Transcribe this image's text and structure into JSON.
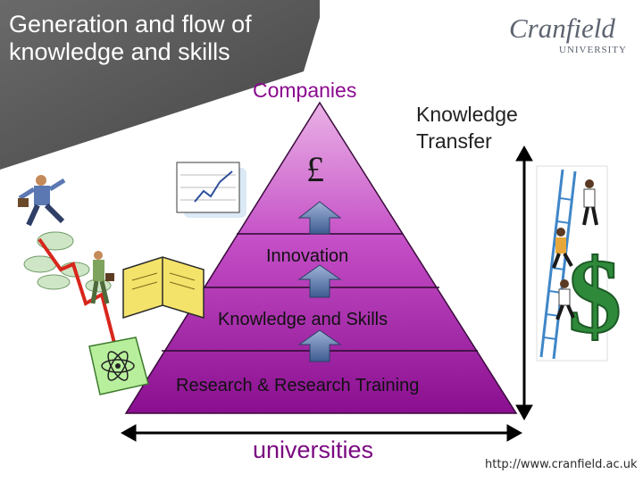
{
  "title": {
    "line1": "Generation and flow of",
    "line2": "knowledge and skills"
  },
  "logo": {
    "name": "Cranfield",
    "sub": "UNIVERSITY"
  },
  "pyramid": {
    "apex_label": "Companies",
    "currency_symbol": "£",
    "levels": [
      "Innovation",
      "Knowledge and Skills",
      "Research & Research Training"
    ],
    "base_label": "universities"
  },
  "knowledge_transfer": {
    "line1": "Knowledge",
    "line2": "Transfer"
  },
  "url": "http://www.cranfield.ac.uk",
  "colors": {
    "title_panel": "#5f5f5f",
    "pyramid_top": "#e7a7e2",
    "pyramid_bottom": "#8b1191",
    "arrow_fill": "#4b6a9e",
    "logo": "#5d6470"
  },
  "clipart": {
    "left": [
      "businessman-icon",
      "clouds-icon",
      "money-chart-icon",
      "book-icon",
      "atom-document-icon"
    ],
    "right": "ladder-dollar-icon"
  }
}
